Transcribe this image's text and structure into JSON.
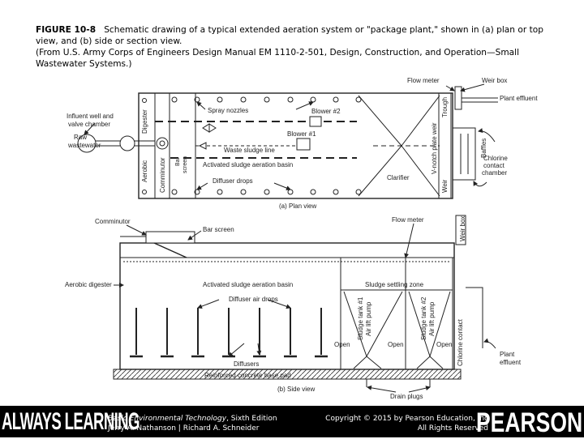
{
  "caption": {
    "figure_label": "FIGURE 10-8",
    "line1": "Schematic drawing of a typical extended aeration system or \"package plant,\" shown in (a) plan or top view, and (b) side or section view.",
    "line2": "(From U.S. Army Corps of Engineers Design Manual EM 1110-2-501, Design, Construction, and Operation—Small Wastewater Systems.)"
  },
  "plan_view": {
    "flow_meter": "Flow meter",
    "weir_box": "Weir box",
    "plant_effluent": "Plant effluent",
    "spray_nozzles": "Spray nozzles",
    "blower2": "Blower #2",
    "blower1": "Blower #1",
    "trough": "Trough",
    "influent_well": "Influent well and",
    "valve_chamber": "valve chamber",
    "raw": "Raw",
    "wastewater": "wastewater",
    "digester": "Digester",
    "aerobic": "Aerobic",
    "comminutor": "Comminutor",
    "bar": "Bar",
    "screen": "screen",
    "waste_sludge_line": "Waste sludge line",
    "activated_sludge_basin": "Activated sludge aeration basin",
    "diffuser_drops": "Diffuser drops",
    "clarifier": "Clarifier",
    "v_notch_weir": "V-notch plate weir",
    "weir": "Weir",
    "baffles": "Baffles",
    "chlorine": "Chlorine",
    "contact": "contact",
    "chamber": "chamber",
    "view_label": "(a) Plan view"
  },
  "side_view": {
    "comminutor": "Comminutor",
    "flow_meter": "Flow meter",
    "weir_box": "Weir box",
    "bar_screen": "Bar screen",
    "aerobic_digester": "Aerobic digester",
    "activated_sludge_basin": "Activated sludge aeration basin",
    "sludge_settling_zone": "Sludge settling zone",
    "diffuser_air_drops": "Diffuser air drops",
    "sludge_tank1": "Sludge tank #1",
    "air_lift_pump1": "Air lift pump",
    "sludge_tank2": "Sludge tank #2",
    "air_lift_pump2": "Air lift pump",
    "chlorine_contact": "Chlorine contact",
    "open1": "Open",
    "open2": "Open",
    "open3": "Open",
    "diffusers": "Diffusers",
    "plant": "Plant",
    "effluent": "effluent",
    "base_pad": "Reinforced concrete base pad",
    "view_label": "(b) Side view",
    "drain_plugs": "Drain plugs"
  },
  "footer": {
    "brand_left": "ALWAYS LEARNING",
    "book_title": "Basic Environmental Technology",
    "book_edition": ", Sixth Edition",
    "authors": "Jerry A. Nathanson | Richard A. Schneider",
    "copyright": "Copyright © 2015 by Pearson Education, Inc",
    "rights": "All Rights Reserved",
    "brand_right": "PEARSON"
  }
}
